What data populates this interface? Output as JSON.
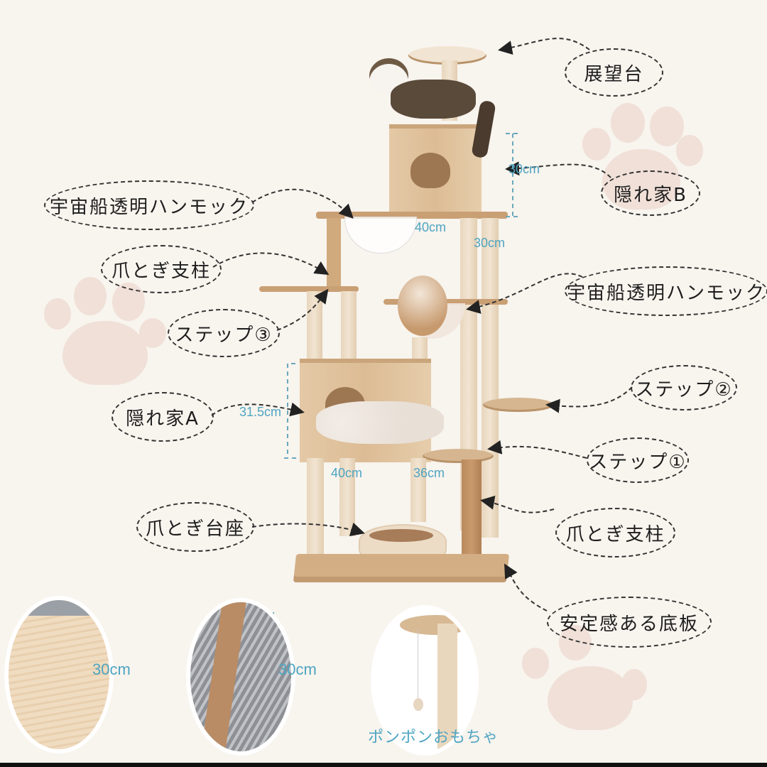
{
  "labels": {
    "observation_deck": "展望台",
    "hideout_b": "隠れ家B",
    "hammock_left": "宇宙船透明ハンモック",
    "scratch_post_left": "爪とぎ支柱",
    "step_3": "ステップ③",
    "hammock_right": "宇宙船透明ハンモック",
    "step_2": "ステップ②",
    "hideout_a": "隠れ家A",
    "step_1": "ステップ①",
    "scratch_base": "爪とぎ台座",
    "scratch_post_right": "爪とぎ支柱",
    "base_board": "安定感ある底板"
  },
  "dimensions": {
    "hideout_b_height": "30cm",
    "hideout_b_width": "40cm",
    "hideout_b_depth": "30cm",
    "hideout_a_height": "31.5cm",
    "hideout_a_width": "40cm",
    "hideout_a_depth": "36cm"
  },
  "detail_circles": [
    {
      "name": "platform-diameter",
      "label": "30cm"
    },
    {
      "name": "hammock-diameter",
      "label": "30cm"
    },
    {
      "name": "pompom-toy",
      "label": "ポンポンおもちゃ"
    }
  ],
  "colors": {
    "background": "#f8f4ee",
    "dimension_text": "#4ea5c2",
    "wood": "#dcbc95",
    "paw": "#f0e0d8"
  }
}
